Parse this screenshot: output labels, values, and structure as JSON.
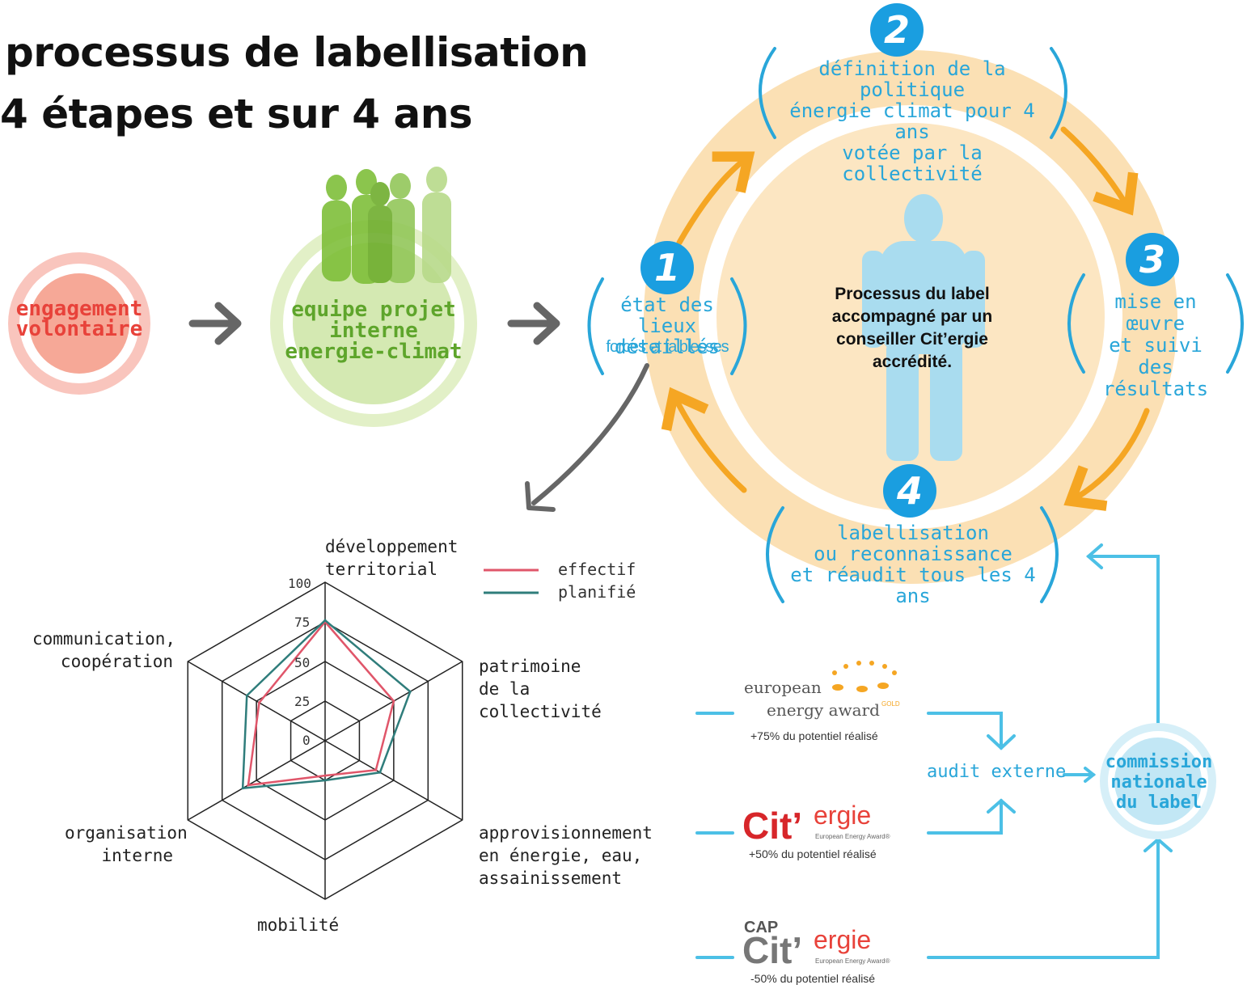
{
  "title": {
    "line1": "processus de labellisation",
    "line2": "4 étapes et sur 4 ans"
  },
  "flow": {
    "engagement": "engagement\nvolontaire",
    "equipe": "equipe projet\ninterne\nenergie-climat"
  },
  "cycle": {
    "center_text": "Processus du label accompagné par un conseiller Cit’ergie accrédité.",
    "steps": [
      {
        "num": "1",
        "text": "état des lieux\ndétaillés",
        "subtext": "forces et faiblesses"
      },
      {
        "num": "2",
        "text": "définition de la politique\nénergie climat pour 4 ans\nvotée par la collectivité"
      },
      {
        "num": "3",
        "text": "mise en œuvre\net suivi\ndes résultats"
      },
      {
        "num": "4",
        "text": "labellisation\nou reconnaissance\net réaudit tous les 4 ans"
      }
    ]
  },
  "legend": {
    "effectif": "effectif",
    "planifie": "planifié"
  },
  "chart_data": {
    "type": "radar",
    "axes": [
      "développement territorial",
      "patrimoine de la collectivité",
      "approvisionnement en énergie, eau, assainissement",
      "mobilité",
      "organisation interne",
      "communication, coopération"
    ],
    "ticks": [
      "100",
      "75",
      "50",
      "25",
      "0"
    ],
    "range": [
      0,
      100
    ],
    "series": [
      {
        "name": "effectif",
        "color": "#e0566a",
        "values": [
          75,
          50,
          37,
          22,
          56,
          48
        ]
      },
      {
        "name": "planifié",
        "color": "#2f7d7b",
        "values": [
          76,
          62,
          40,
          25,
          60,
          57
        ]
      }
    ]
  },
  "awards": {
    "european": {
      "line1": "european",
      "line2": "energy award",
      "gold": "GOLD",
      "sub": "+75% du potentiel réalisé"
    },
    "citergie": {
      "brand1": "Cit’",
      "brand2": "ergie",
      "tag": "European Energy Award®",
      "sub": "+50% du potentiel réalisé"
    },
    "cap": {
      "cap": "CAP",
      "brand1": "Cit’",
      "brand2": "ergie",
      "tag": "European Energy Award®",
      "sub": "-50% du potentiel réalisé"
    }
  },
  "audit": "audit externe",
  "commission": "commission\nnationale\ndu label",
  "colors": {
    "blue": "#29a6d9",
    "stepblue": "#1a9ee0",
    "orange": "#f5a623",
    "ring": "#fbe0b4",
    "green": "#7fbf3a",
    "red": "#e8423a"
  }
}
